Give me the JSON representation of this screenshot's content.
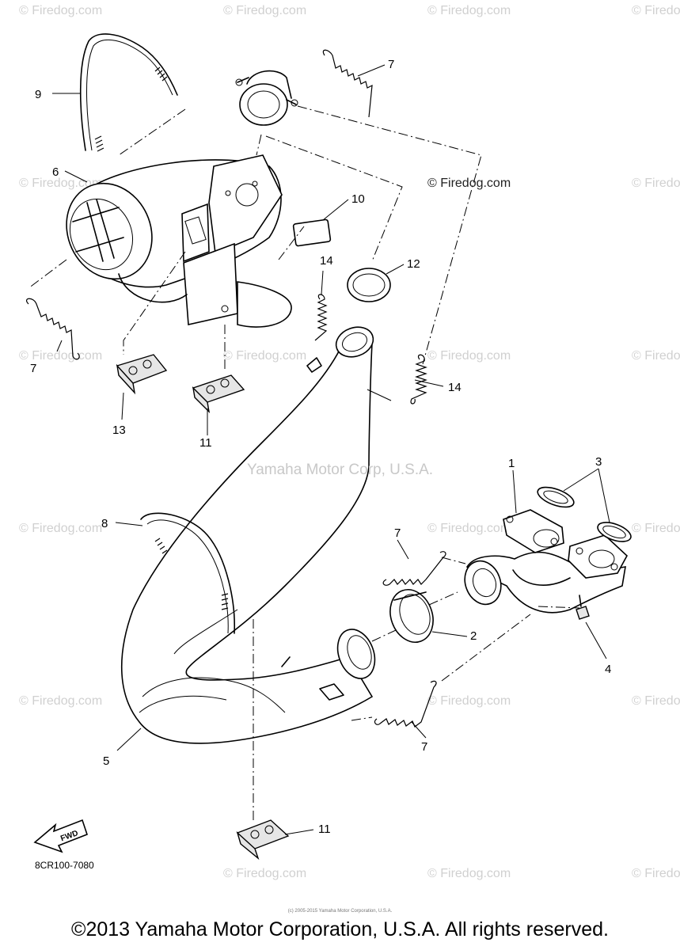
{
  "watermark": {
    "text": "© Firedog.com",
    "center_text": "Yamaha Motor Corp, U.S.A."
  },
  "callouts": {
    "c1": "1",
    "c2": "2",
    "c3": "3",
    "c4": "4",
    "c5": "5",
    "c6": "6",
    "c7a": "7",
    "c7b": "7",
    "c7c": "7",
    "c7d": "7",
    "c8": "8",
    "c9": "9",
    "c10": "10",
    "c11a": "11",
    "c11b": "11",
    "c12": "12",
    "c13": "13",
    "c14a": "14",
    "c14b": "14"
  },
  "fwd_label": "FWD",
  "diagram_code": "8CR100-7080",
  "tiny_text": "(c) 2005-2015 Yamaha Motor Corporation, U.S.A.",
  "copyright": "©2013 Yamaha Motor Corporation, U.S.A. All rights reserved."
}
